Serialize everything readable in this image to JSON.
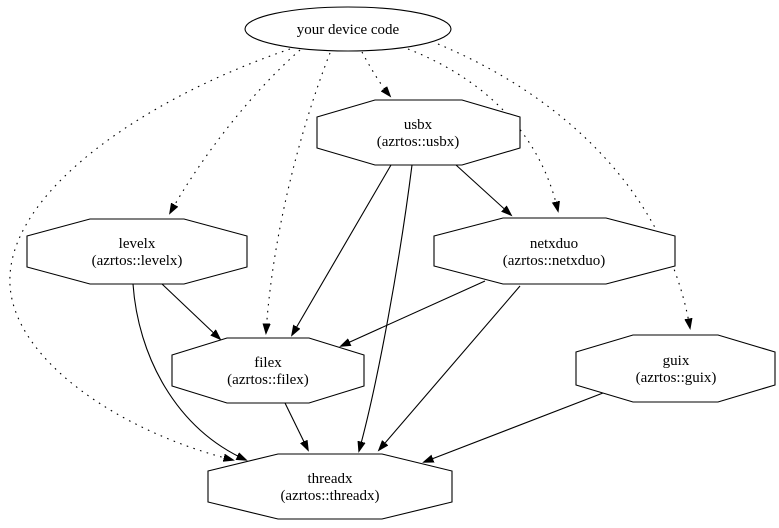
{
  "diagram": {
    "type": "dependency-graph",
    "colors": {
      "background": "#ffffff",
      "node_fill": "#ffffff",
      "node_stroke": "#000000",
      "edge_stroke": "#000000",
      "text": "#000000"
    },
    "nodes": {
      "device": {
        "label": "your device code",
        "shape": "ellipse"
      },
      "usbx": {
        "label": "usbx",
        "sublabel": "(azrtos::usbx)",
        "shape": "octagon"
      },
      "levelx": {
        "label": "levelx",
        "sublabel": "(azrtos::levelx)",
        "shape": "octagon"
      },
      "netxduo": {
        "label": "netxduo",
        "sublabel": "(azrtos::netxduo)",
        "shape": "octagon"
      },
      "filex": {
        "label": "filex",
        "sublabel": "(azrtos::filex)",
        "shape": "octagon"
      },
      "guix": {
        "label": "guix",
        "sublabel": "(azrtos::guix)",
        "shape": "octagon"
      },
      "threadx": {
        "label": "threadx",
        "sublabel": "(azrtos::threadx)",
        "shape": "octagon"
      }
    },
    "edges": [
      {
        "from": "device",
        "to": "usbx",
        "style": "dotted"
      },
      {
        "from": "device",
        "to": "levelx",
        "style": "dotted"
      },
      {
        "from": "device",
        "to": "netxduo",
        "style": "dotted"
      },
      {
        "from": "device",
        "to": "filex",
        "style": "dotted"
      },
      {
        "from": "device",
        "to": "guix",
        "style": "dotted"
      },
      {
        "from": "device",
        "to": "threadx",
        "style": "dotted"
      },
      {
        "from": "usbx",
        "to": "netxduo",
        "style": "solid"
      },
      {
        "from": "usbx",
        "to": "filex",
        "style": "solid"
      },
      {
        "from": "usbx",
        "to": "threadx",
        "style": "solid"
      },
      {
        "from": "levelx",
        "to": "filex",
        "style": "solid"
      },
      {
        "from": "levelx",
        "to": "threadx",
        "style": "solid"
      },
      {
        "from": "netxduo",
        "to": "filex",
        "style": "solid"
      },
      {
        "from": "netxduo",
        "to": "threadx",
        "style": "solid"
      },
      {
        "from": "filex",
        "to": "threadx",
        "style": "solid"
      },
      {
        "from": "guix",
        "to": "threadx",
        "style": "solid"
      }
    ]
  }
}
